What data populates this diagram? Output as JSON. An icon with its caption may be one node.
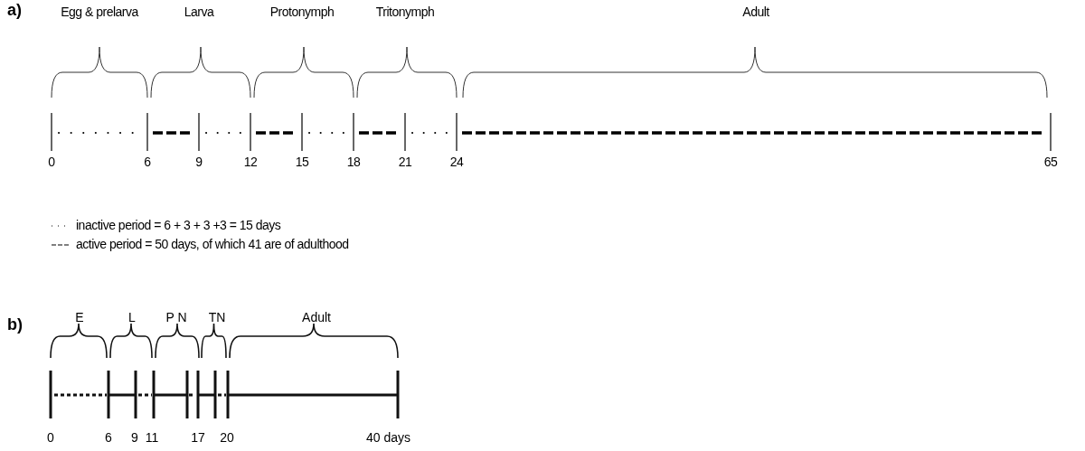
{
  "diagram": {
    "labels": [
      "a)",
      "Egg & prelarva",
      "Larva",
      "Protonymph",
      "Tritonymph",
      "Adult",
      "0",
      "6",
      "9",
      "12",
      "15",
      "18",
      "21",
      "24",
      "65",
      "b)",
      "E",
      "L",
      "P N",
      "TN",
      "Adult",
      "0",
      "6",
      "9",
      "11",
      "17",
      "20",
      "40 days"
    ],
    "legend": [
      {
        "text": "inactive period = 6 + 3 + 3 +3 = 15 days"
      },
      {
        "text": "active period = 50 days, of which 41 are of adulthood"
      }
    ]
  }
}
